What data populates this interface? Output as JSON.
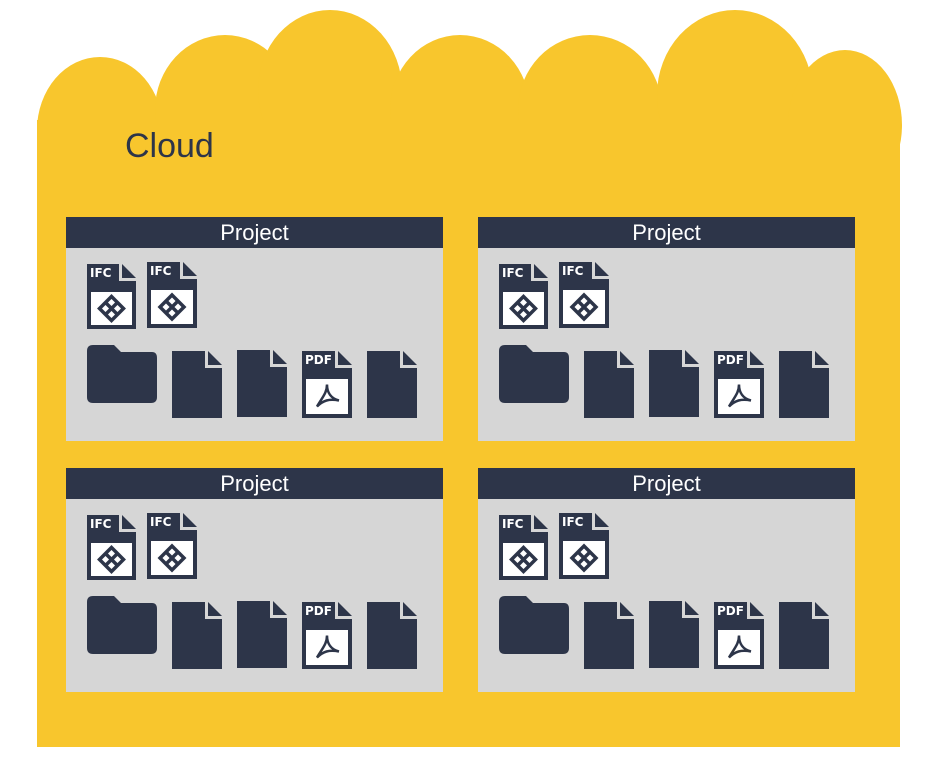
{
  "cloud": {
    "label": "Cloud",
    "color": "#f8c62d"
  },
  "colors": {
    "dark": "#2d3549",
    "panel": "#d6d6d6"
  },
  "projects": [
    {
      "title": "Project",
      "ifc_label": "IFC",
      "pdf_label": "PDF"
    },
    {
      "title": "Project",
      "ifc_label": "IFC",
      "pdf_label": "PDF"
    },
    {
      "title": "Project",
      "ifc_label": "IFC",
      "pdf_label": "PDF"
    },
    {
      "title": "Project",
      "ifc_label": "IFC",
      "pdf_label": "PDF"
    }
  ],
  "icons": [
    "ifc-file-icon",
    "ifc-file-icon",
    "folder-icon",
    "file-icon",
    "file-icon",
    "pdf-file-icon",
    "file-icon"
  ]
}
